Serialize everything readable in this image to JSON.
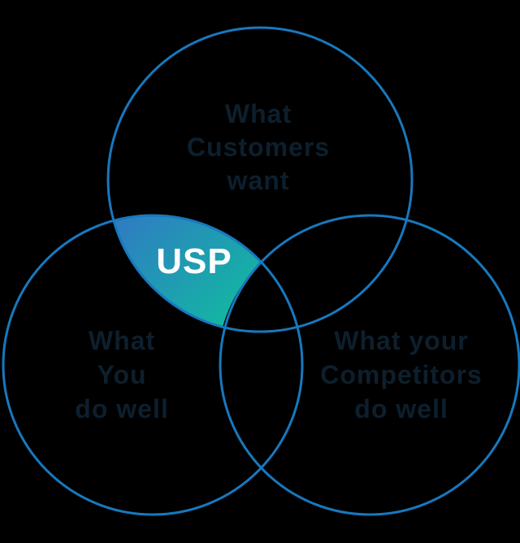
{
  "diagram": {
    "title": "USP Venn diagram",
    "type": "venn",
    "colors": {
      "background": "#000000",
      "circle_stroke": "#1878be",
      "label_text": "#0d1f2d",
      "usp_text": "#ffffff",
      "usp_gradient_start": "#2e7dc2",
      "usp_gradient_end": "#10bd9f"
    },
    "top_circle": {
      "label": "What Customers want",
      "lines": [
        "What",
        "Customers",
        "want"
      ]
    },
    "left_circle": {
      "label": "What You do well",
      "lines": [
        "What",
        "You",
        "do well"
      ]
    },
    "right_circle": {
      "label": "What your Competitors do well",
      "lines": [
        "What your",
        "Competitors",
        "do well"
      ]
    },
    "intersection": {
      "label": "USP"
    }
  }
}
